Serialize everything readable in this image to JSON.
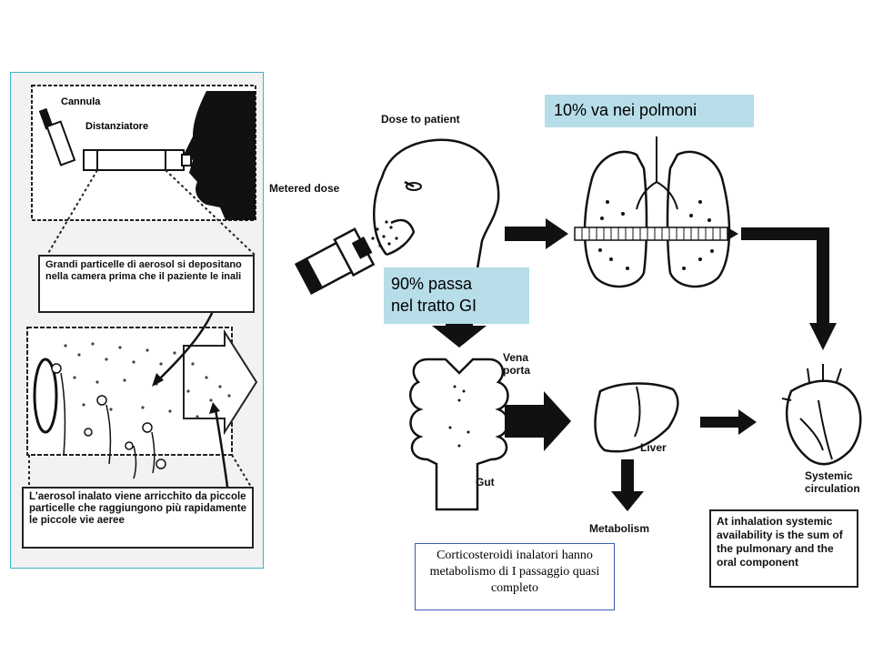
{
  "spacer_panel": {
    "cannula_label": "Cannula",
    "spacer_label": "Distanziatore",
    "note_large_particles": "Grandi particelle di aerosol si depositano nella camera prima che il paziente le inali",
    "note_inhaled_aerosol": "L'aerosol inalato viene arricchito da piccole particelle che raggiungono più rapidamente le piccole vie aeree"
  },
  "diagram": {
    "dose_to_patient": "Dose to patient",
    "metered_dose": "Metered dose",
    "lungs_callout": "10% va nei polmoni",
    "gi_callout_line1": "90% passa",
    "gi_callout_line2": "nel tratto GI",
    "vena_porta_line1": "Vena",
    "vena_porta_line2": "porta",
    "gut_label": "Gut",
    "liver_label": "Liver",
    "metabolism_label": "Metabolism",
    "systemic_line1": "Systemic",
    "systemic_line2": "circulation",
    "summary_note": "At inhalation systemic availability is the sum of the pulmonary and the oral component",
    "corticosteroid_note": "Corticosteroidi inalatori hanno metabolismo di I passaggio quasi completo"
  },
  "colors": {
    "callout_fill": "#b7dde8",
    "panel_border": "#3fb3c6",
    "note_border": "#3b5bb5"
  }
}
